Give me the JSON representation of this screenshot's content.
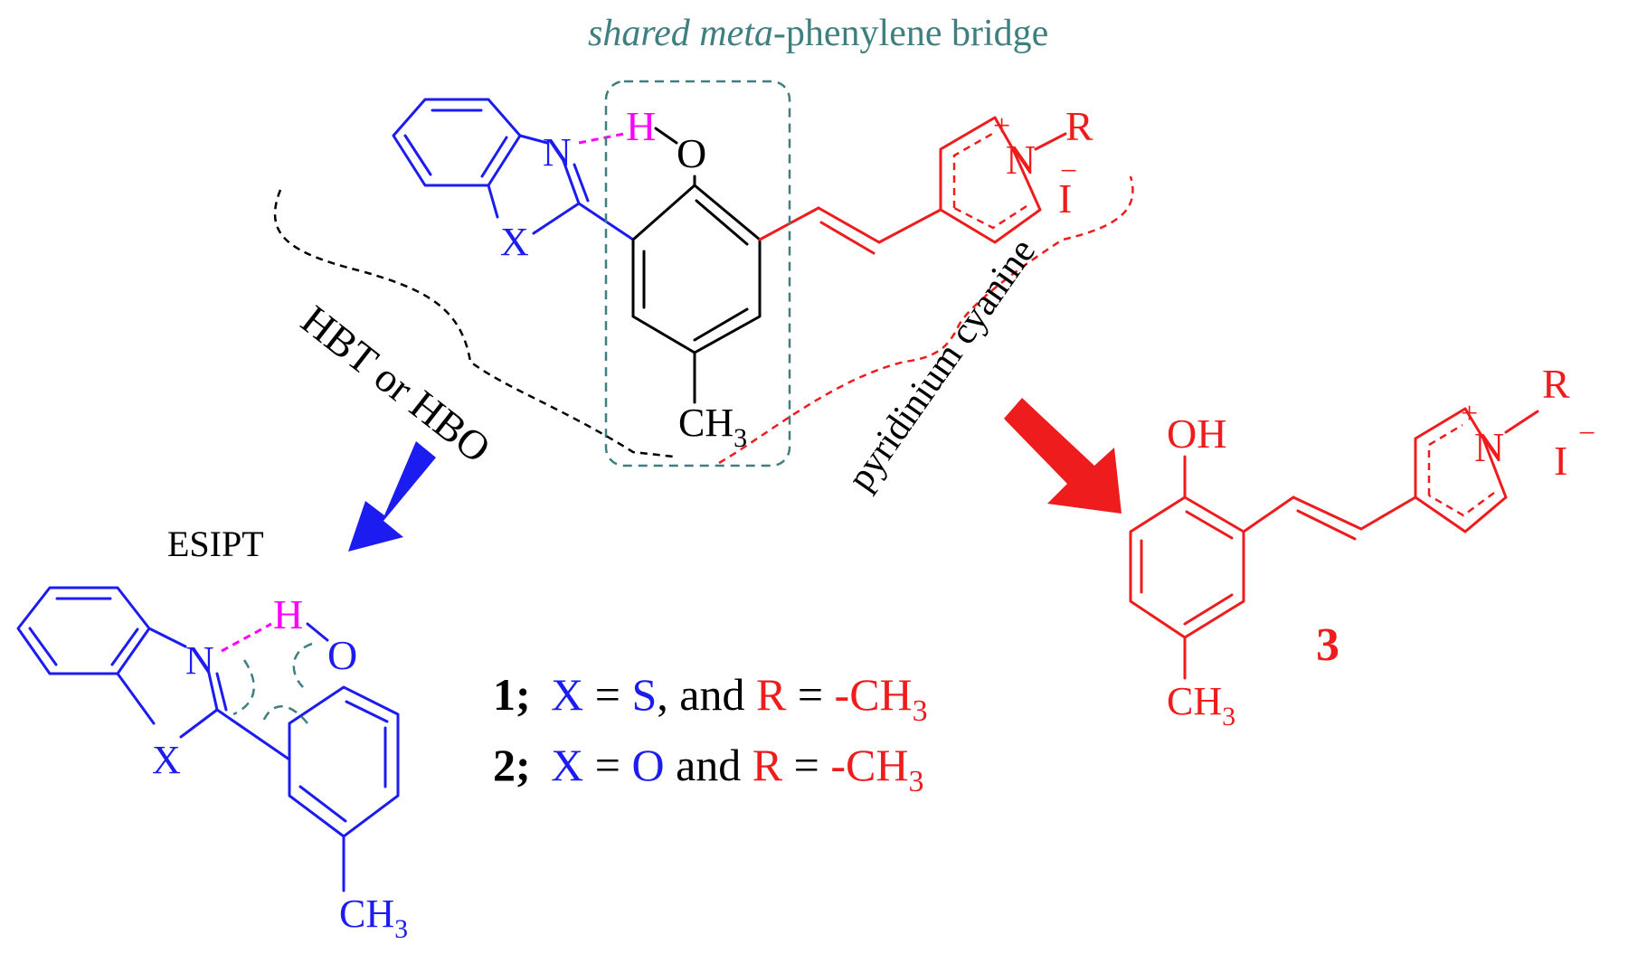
{
  "top_caption": {
    "italic": "shared meta",
    "rest": "-phenylene bridge"
  },
  "labels": {
    "esipt": "ESIPT",
    "hbt_hbo": "HBT or HBO",
    "pyridinium": "pyridinium cyanine"
  },
  "atoms": {
    "N": "N",
    "O": "O",
    "H": "H",
    "X": "X",
    "OH": "OH",
    "R": "R",
    "I": "I",
    "plus": "+",
    "minus": "−",
    "CH": "CH",
    "sub3": "3"
  },
  "compounds": {
    "c1": {
      "num": "1;",
      "x": "X",
      "eq1": " = ",
      "xval": "S",
      "and": ", and ",
      "r": "R",
      "eq2": " = ",
      "rval": "-CH",
      "sub": "3"
    },
    "c2": {
      "num": "2;",
      "x": "X",
      "eq1": " = ",
      "xval": "O",
      "and": " and ",
      "r": "R",
      "eq2": " = ",
      "rval": "-CH",
      "sub": "3"
    },
    "c3": {
      "num": "3"
    }
  },
  "colors": {
    "blue": "#1c1cf0",
    "red": "#ee1c1c",
    "magenta": "#ff00ff",
    "teal": "#3f7f7f",
    "black": "#000000"
  }
}
